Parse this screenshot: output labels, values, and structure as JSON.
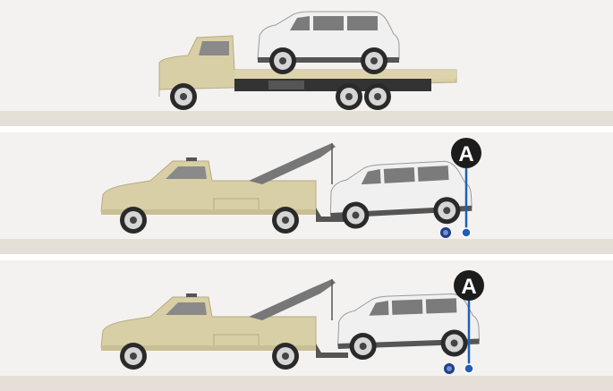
{
  "panels": [
    {
      "name": "flatbed-tow",
      "marker": null
    },
    {
      "name": "wheel-lift-tow-dolly",
      "marker": "A"
    },
    {
      "name": "wheel-lift-tow-dolly-alt",
      "marker": "A"
    }
  ],
  "colors": {
    "background": "#f4f2f0",
    "ground": "#e6dfd8",
    "truck_body": "#d9cfa6",
    "car_body": "#eeeeee",
    "marker": "#1c1c1c",
    "callout_line": "#1f5fb5"
  }
}
